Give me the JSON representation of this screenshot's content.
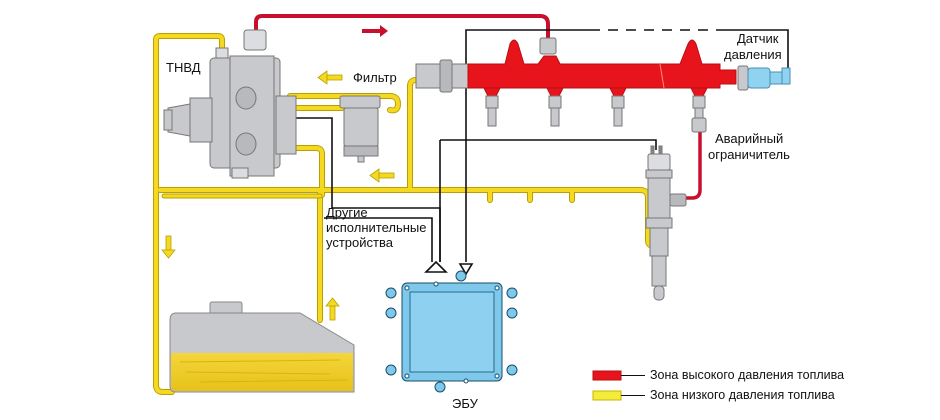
{
  "diagram": {
    "title": "Common Rail fuel system",
    "colors": {
      "high_pressure": "#e8141b",
      "high_pressure_line": "#c8102e",
      "low_pressure": "#f2d21b",
      "low_pressure_outline": "#b9a000",
      "ecu": "#7ec8ec",
      "sensor": "#8fd3f0",
      "metal": "#c8c9cc",
      "wire": "#111111",
      "arrow_red": "#c8102e",
      "arrow_yellow": "#f2d21b"
    },
    "labels": {
      "pump": "ТНВД",
      "filter": "Фильтр",
      "pressure_sensor_line1": "Датчик",
      "pressure_sensor_line2": "давления",
      "pressure_limiter_line1": "Аварийный",
      "pressure_limiter_line2": "ограничитель",
      "other_actuators_line1": "Другие",
      "other_actuators_line2": "исполнительные",
      "other_actuators_line3": "устройства",
      "ecu": "ЭБУ"
    },
    "components": [
      "fuel-tank",
      "high-pressure-pump",
      "fuel-filter",
      "fuel-rail",
      "pressure-sensor",
      "pressure-limiter",
      "injector",
      "ecu"
    ],
    "legend": [
      {
        "label": "Зона высокого давления топлива",
        "color": "#e8141b"
      },
      {
        "label": "Зона низкого давления топлива",
        "color": "#f4ec3a"
      }
    ]
  }
}
